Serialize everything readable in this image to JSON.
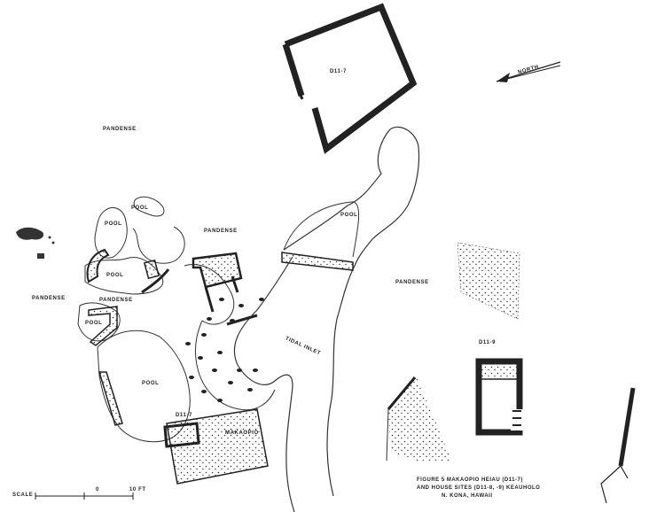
{
  "labels": {
    "structure_top": "D11-7",
    "north": "NORTH",
    "pandanus_1": "PANDENSE",
    "pandanus_2": "PANDENSE",
    "pandanus_3": "PANDENSE",
    "pandanus_4": "PANDENSE",
    "pandanus_5": "PANDENSE",
    "pool_1": "POOL",
    "pool_2": "POOL",
    "pool_3": "POOL",
    "pool_4": "POOL",
    "pool_5": "POOL",
    "pool_6": "POOL",
    "tidal_inlet": "TIDAL INLET",
    "structure_9": "D11-9",
    "structure_7": "D11-7",
    "makaopio": "MAKAOPIO",
    "scale_word": "SCALE",
    "scale_0": "0",
    "scale_end": "10 FT"
  },
  "caption": {
    "line1": "FIGURE 5  MAKAOPIO HEIAU (D11-7)",
    "line2": "AND HOUSE SITES (D11-8, -9) KEAUHOLO",
    "line3": "N. KONA, HAWAII"
  },
  "colors": {
    "ink": "#222222",
    "paper": "#ffffff"
  }
}
